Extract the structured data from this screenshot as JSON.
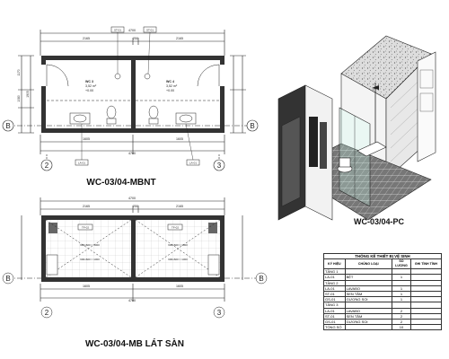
{
  "drawings": {
    "top_title": "WC-03/04-MBNT",
    "bottom_title": "WC-03/04-MB LÁT SÀN",
    "perspective_title": "WC-03/04-PC"
  },
  "plan_top": {
    "dim_overall": "4700",
    "dim_left": "2165",
    "dim_mid": "250",
    "dim_right": "2165",
    "dim_bottom_left": "1605",
    "dim_bottom_right": "1605",
    "dim_bottom_overall": "4700",
    "side_dims": [
      "1170",
      "1080",
      "1905"
    ],
    "room_left": "WC 3",
    "room_left_area": "3,52 m²",
    "room_left_level": "+0.00",
    "room_right": "WC 4",
    "room_right_area": "3,52 m²",
    "room_right_level": "+0.00",
    "tags_top": [
      "ST-01",
      "ST-01"
    ],
    "tags_bottom": [
      "LA-01",
      "LA-01"
    ],
    "grid_axis_left": "2",
    "grid_axis_right": "3",
    "grid_axis_row": "B"
  },
  "plan_bottom": {
    "dim_overall": "4700",
    "dim_left": "2165",
    "dim_mid": "250",
    "dim_right": "2165",
    "dim_bottom_left": "1605",
    "dim_bottom_right": "1605",
    "dim_bottom_overall": "4700",
    "tile_tag": "TF-02",
    "tile_label": "600x600 = 1000",
    "grid_axis_left": "2",
    "grid_axis_right": "3",
    "grid_axis_row": "B"
  },
  "schedule": {
    "title": "THỐNG KÊ THIẾT BỊ VỆ SINH",
    "headers": [
      "KÝ HIỆU",
      "CHỦNG LOẠI",
      "SỐ LƯỢNG",
      "GHI TÌNH TÌNH"
    ],
    "rows": [
      [
        "TẦNG 1",
        "",
        "",
        ""
      ],
      [
        "LA-01",
        "BỆT",
        "1",
        ""
      ],
      [
        "TẦNG 2",
        "",
        "",
        ""
      ],
      [
        "LA-01",
        "LAVABO",
        "1",
        ""
      ],
      [
        "ST-01",
        "SEN TẮM",
        "1",
        ""
      ],
      [
        "GS-01",
        "GƯƠNG SOI",
        "1",
        ""
      ],
      [
        "TẦNG 3",
        "",
        "",
        ""
      ],
      [
        "LA-01",
        "LAVABO",
        "2",
        ""
      ],
      [
        "ST-01",
        "SEN TẮM",
        "2",
        ""
      ],
      [
        "GS-01",
        "GƯƠNG SOI",
        "2",
        ""
      ],
      [
        "TỔNG SỐ",
        "",
        "10",
        ""
      ]
    ]
  }
}
